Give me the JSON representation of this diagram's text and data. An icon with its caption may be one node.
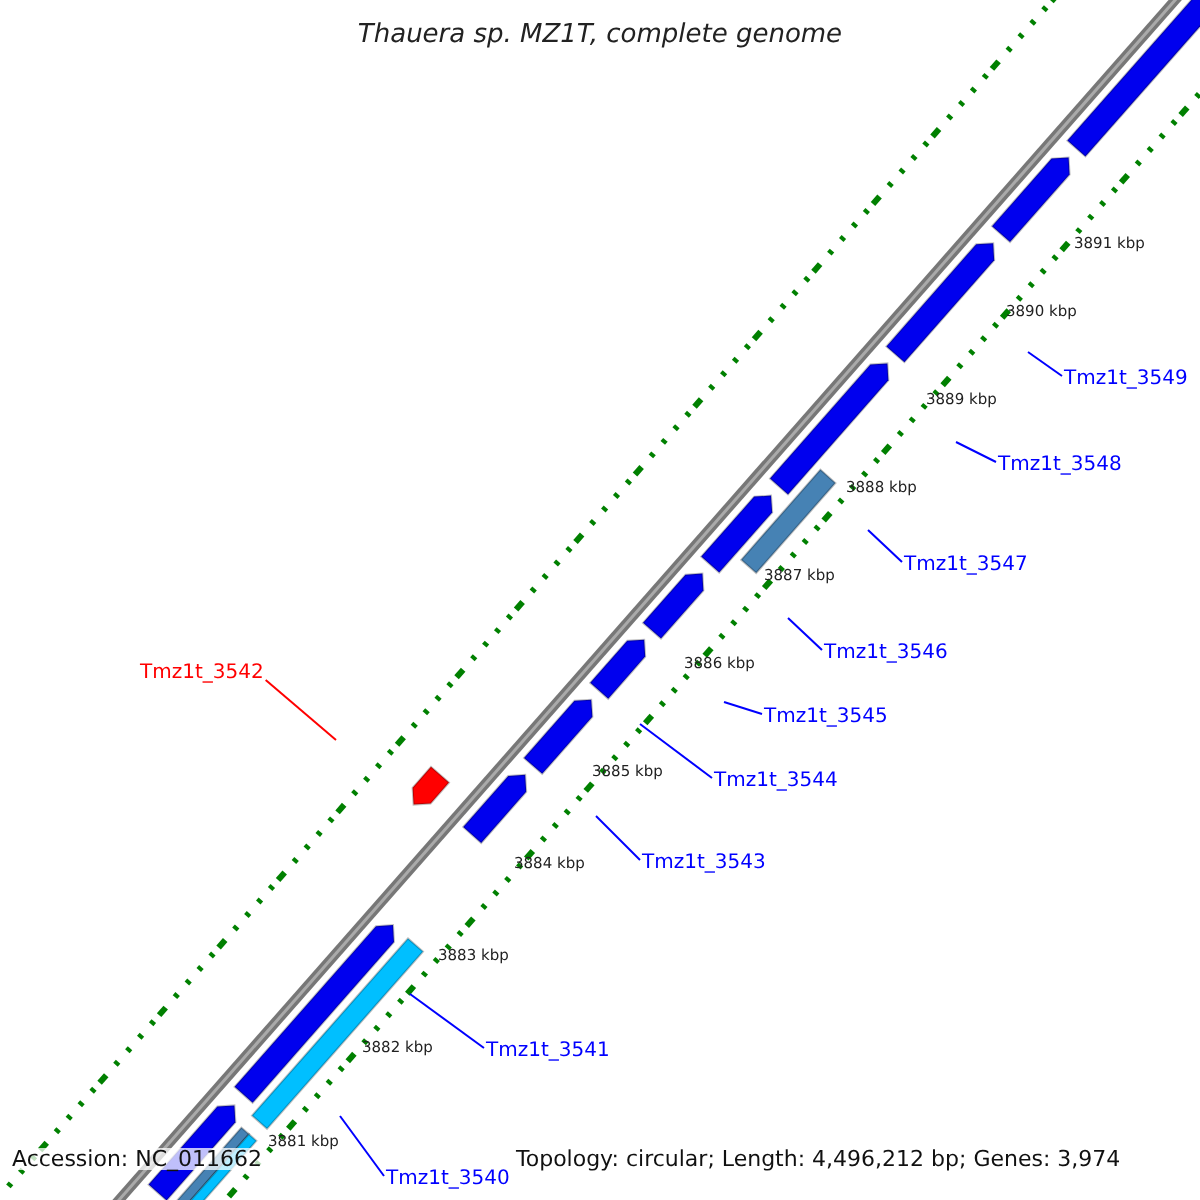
{
  "diagram": {
    "title": "Thauera sp. MZ1T, complete genome",
    "nodes": [
      {
        "text": [
          "Tmz1t_3549"
        ]
      },
      {
        "text": [
          "Tmz1t_3548"
        ]
      },
      {
        "text": [
          "Tmz1t_3547"
        ]
      },
      {
        "text": [
          "Tmz1t_3546"
        ]
      },
      {
        "text": [
          "Tmz1t_3542"
        ]
      },
      {
        "text": [
          "Tmz1t_3545"
        ]
      },
      {
        "text": [
          "Tmz1t_3544"
        ]
      },
      {
        "text": [
          "Tmz1t_3543"
        ]
      },
      {
        "text": [
          "Tmz1t_3541"
        ]
      },
      {
        "text": [
          "Tmz1t_3540"
        ]
      }
    ],
    "edges": [
      {
        "from": 0,
        "to": null,
        "arrow": "none"
      },
      {
        "from": 1,
        "to": null,
        "arrow": "none"
      },
      {
        "from": 2,
        "to": null,
        "arrow": "none"
      },
      {
        "from": 3,
        "to": null,
        "arrow": "none"
      },
      {
        "from": 4,
        "to": null,
        "arrow": "none",
        "color": "#ff0000"
      },
      {
        "from": 5,
        "to": null,
        "arrow": "none"
      },
      {
        "from": 6,
        "to": null,
        "arrow": "none"
      },
      {
        "from": 7,
        "to": null,
        "arrow": "none"
      },
      {
        "from": 8,
        "to": null,
        "arrow": "none"
      },
      {
        "from": 9,
        "to": null,
        "arrow": "none"
      }
    ],
    "labels": [
      "3891 kbp",
      "3890 kbp",
      "3889 kbp",
      "3888 kbp",
      "3887 kbp",
      "3886 kbp",
      "3885 kbp",
      "3884 kbp",
      "3883 kbp",
      "3882 kbp",
      "3881 kbp",
      "Accession: NC_011662",
      "Topology: circular; Length: 4,496,212 bp; Genes: 3,974"
    ]
  }
}
